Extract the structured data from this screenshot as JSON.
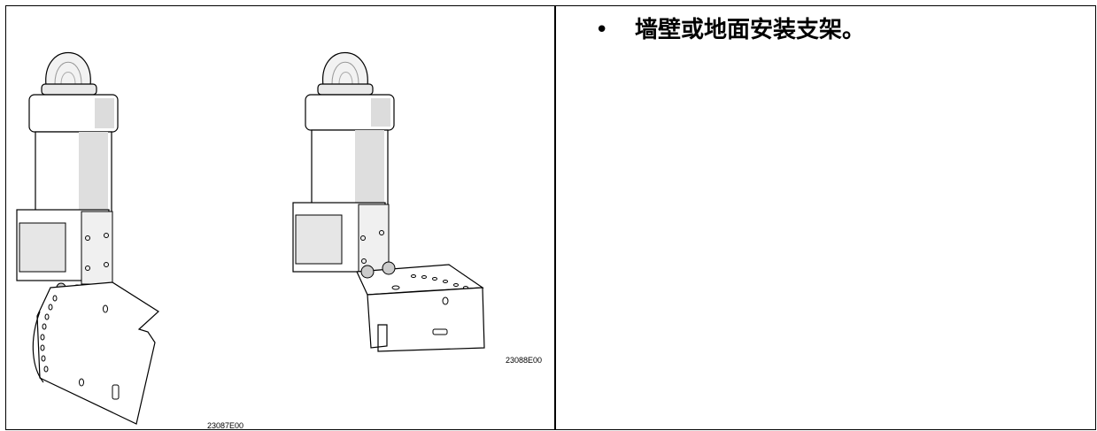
{
  "figure_left": {
    "code": "23087E00"
  },
  "figure_right": {
    "code": "23088E00"
  },
  "description": {
    "bullet": "•",
    "text": "墙壁或地面安装支架。"
  }
}
